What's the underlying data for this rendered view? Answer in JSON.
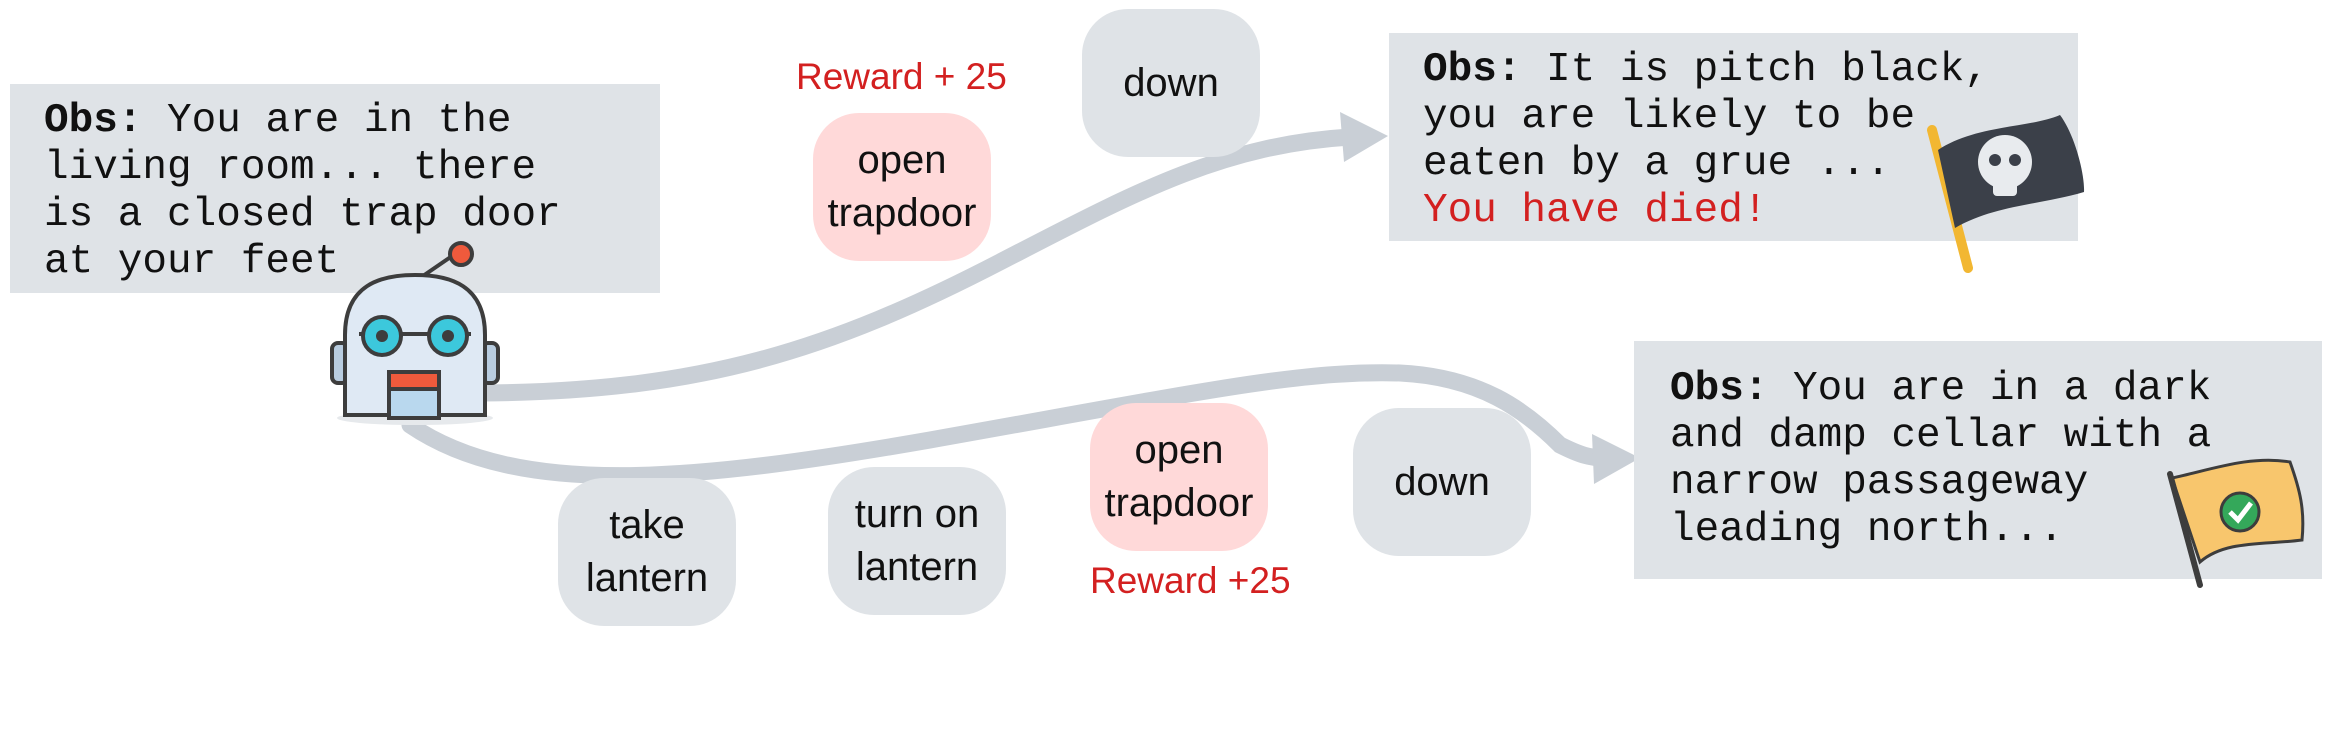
{
  "start_obs": {
    "label": "Obs:",
    "lines": [
      " You are in the",
      "living room... there",
      "is a closed trap door",
      "at your feet"
    ]
  },
  "death_obs": {
    "label": "Obs:",
    "lines": [
      " It is pitch black,",
      "you are likely to be",
      "eaten by a grue ..."
    ],
    "death_line": "You have died!"
  },
  "success_obs": {
    "label": "Obs:",
    "lines": [
      " You are in a dark",
      "and damp cellar with a",
      "narrow passageway",
      "leading north..."
    ]
  },
  "top_path": {
    "reward": "Reward + 25",
    "action_open": [
      "open",
      "trapdoor"
    ],
    "action_down": "down"
  },
  "bottom_path": {
    "action_take": [
      "take",
      "lantern"
    ],
    "action_turn_on": [
      "turn on",
      "lantern"
    ],
    "action_open": [
      "open",
      "trapdoor"
    ],
    "reward": "Reward +25",
    "action_down": "down"
  },
  "colors": {
    "obs_box": "#dfe3e7",
    "action_neutral": "#dfe3e7",
    "action_rewarded": "#ffd9d9",
    "reward_text": "#d32020",
    "arrow": "#c9cfd6"
  },
  "icons": {
    "agent": "robot-icon",
    "death": "skull-flag-icon",
    "success": "checkmark-flag-icon"
  }
}
